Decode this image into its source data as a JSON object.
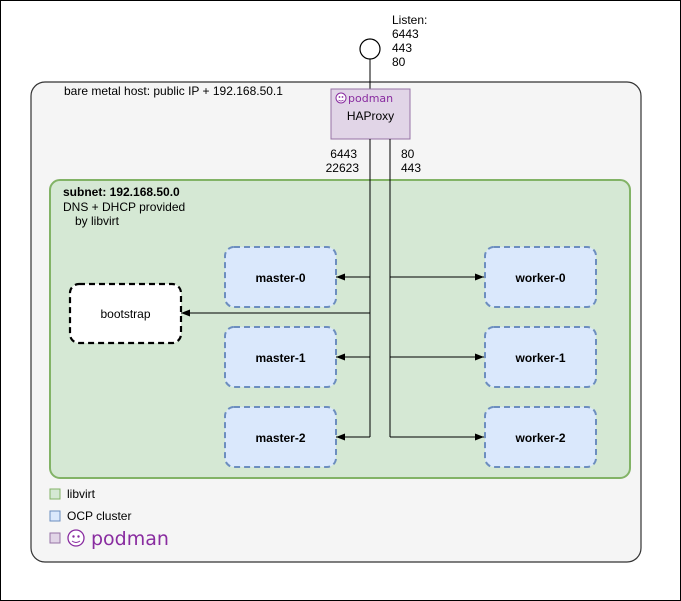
{
  "listen": {
    "title": "Listen:",
    "ports": [
      "6443",
      "443",
      "80"
    ]
  },
  "host": {
    "label": "bare metal host: public IP + 192.168.50.1"
  },
  "haproxy": {
    "brand": "podman",
    "label": "HAProxy",
    "left_ports": [
      "6443",
      "22623"
    ],
    "right_ports": [
      "80",
      "443"
    ]
  },
  "subnet": {
    "title": "subnet: 192.168.50.0",
    "desc_line1": "DNS + DHCP provided",
    "desc_line2": "by libvirt"
  },
  "nodes": {
    "bootstrap": "bootstrap",
    "masters": [
      "master-0",
      "master-1",
      "master-2"
    ],
    "workers": [
      "worker-0",
      "worker-1",
      "worker-2"
    ]
  },
  "legend": {
    "libvirt": "libvirt",
    "ocp": "OCP cluster",
    "podman": "podman"
  },
  "colors": {
    "libvirt_fill": "#d5e8d4",
    "libvirt_stroke": "#82b366",
    "ocp_fill": "#dae8fc",
    "ocp_stroke": "#6c8ebf",
    "podman_fill": "#e1d5e7",
    "podman_stroke": "#9673a6",
    "host_fill": "#f5f5f5",
    "podman_brand": "#892ca0"
  }
}
